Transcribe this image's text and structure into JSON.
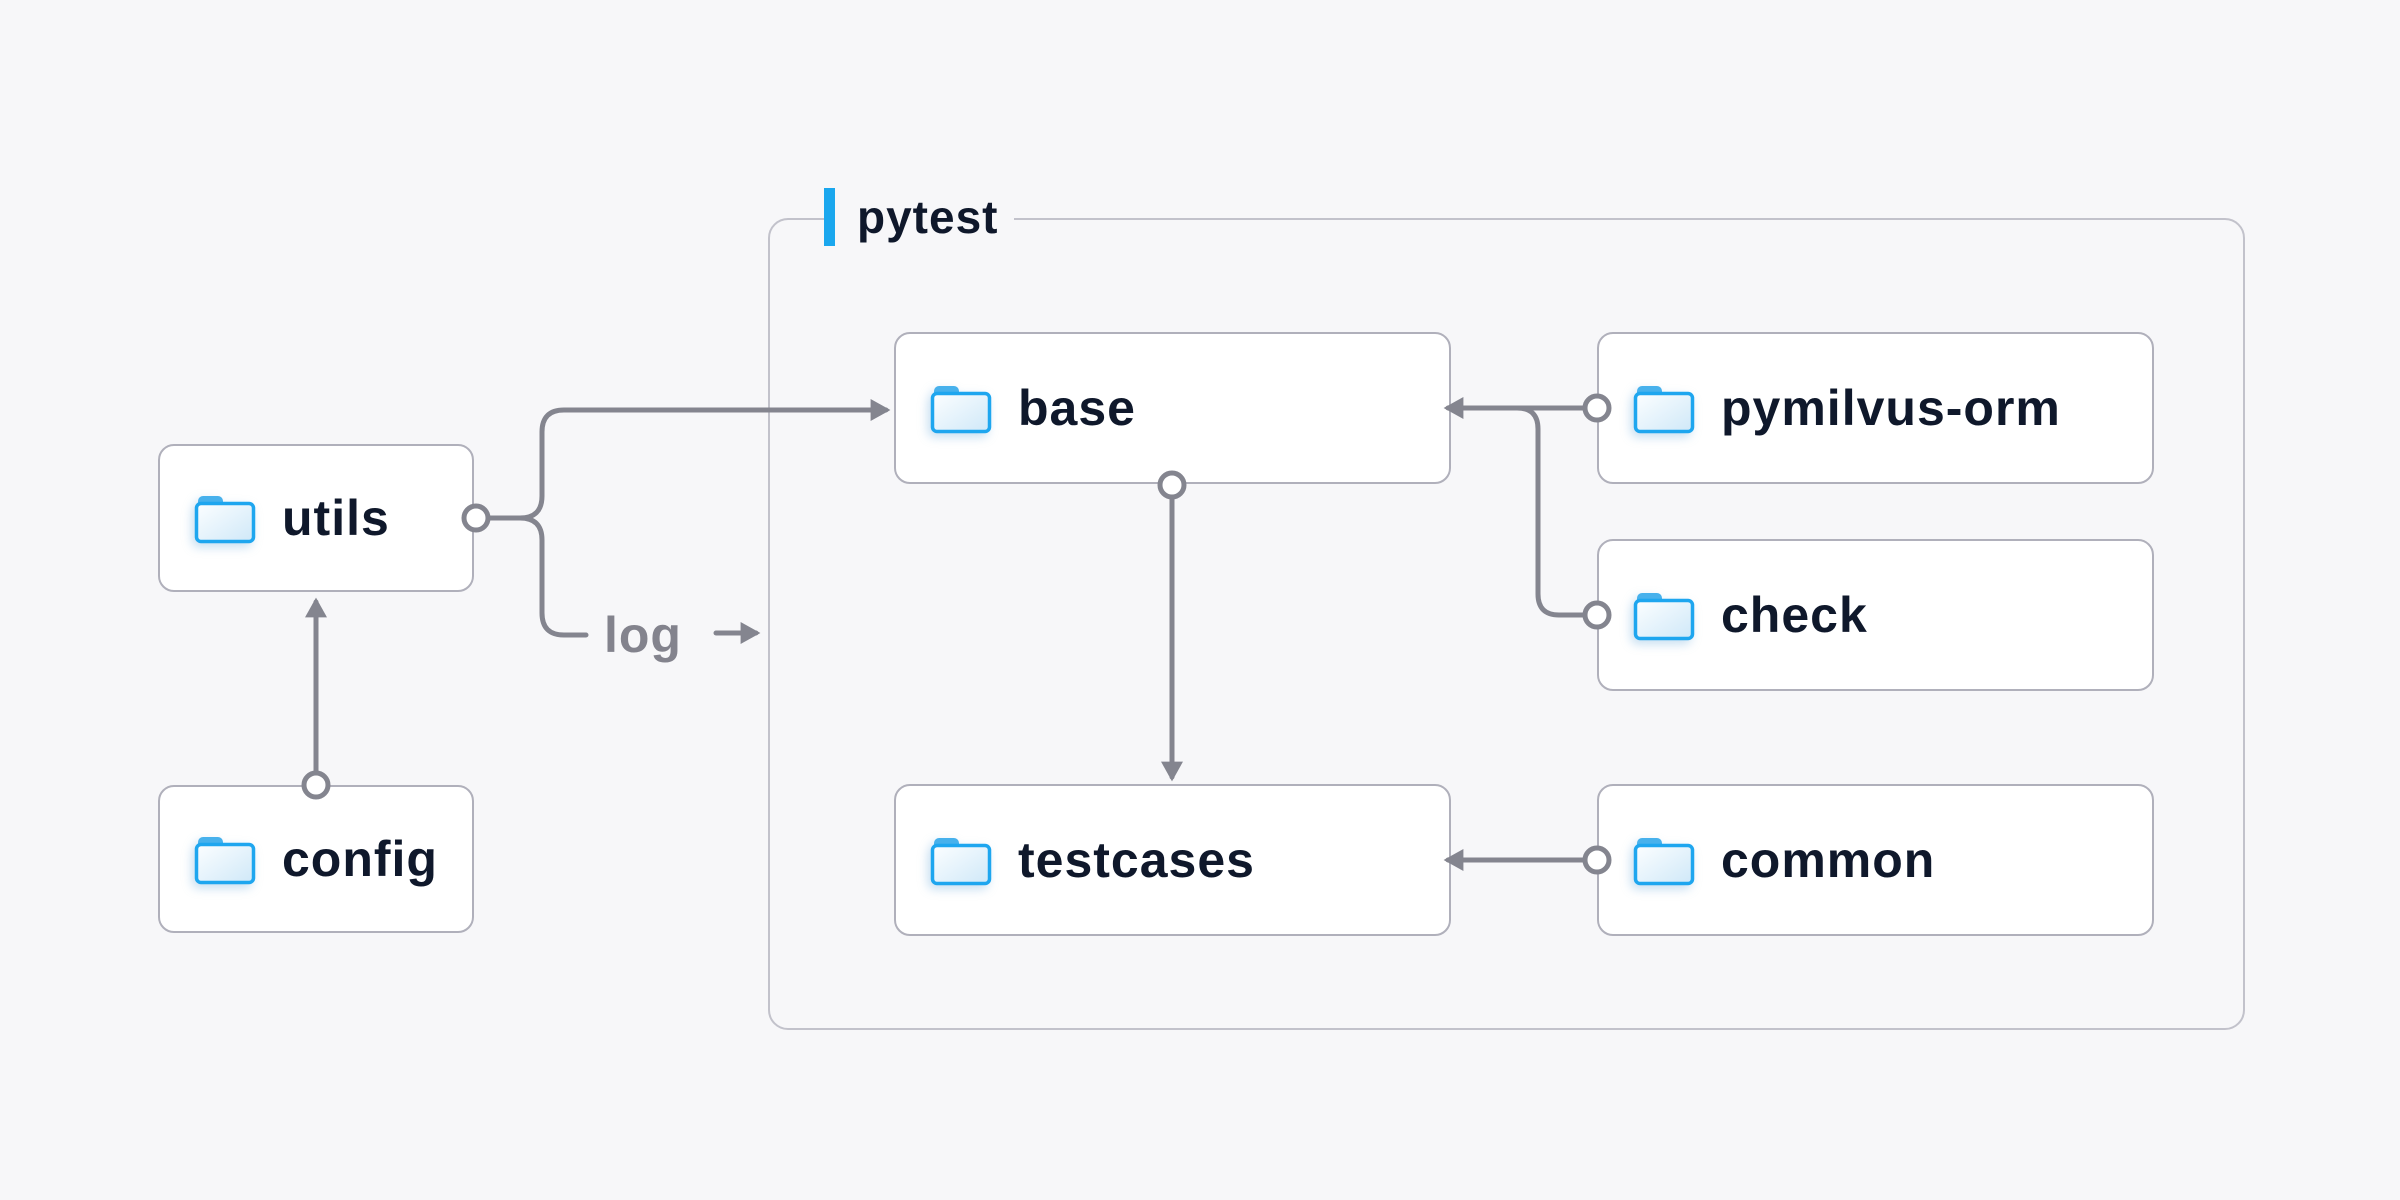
{
  "page": {
    "background": "#f7f7f9"
  },
  "diagram": {
    "container": {
      "label": "pytest"
    },
    "nodes": {
      "utils": {
        "label": "utils",
        "icon": "folder-icon"
      },
      "config": {
        "label": "config",
        "icon": "folder-icon"
      },
      "base": {
        "label": "base",
        "icon": "folder-icon"
      },
      "pymilvus_orm": {
        "label": "pymilvus-orm",
        "icon": "folder-icon"
      },
      "check": {
        "label": "check",
        "icon": "folder-icon"
      },
      "testcases": {
        "label": "testcases",
        "icon": "folder-icon"
      },
      "common": {
        "label": "common",
        "icon": "folder-icon"
      }
    },
    "edge_labels": {
      "log": "log"
    },
    "edges": [
      {
        "from": "config",
        "to": "utils",
        "style": "arrow"
      },
      {
        "from": "utils",
        "to": "base",
        "style": "arrow"
      },
      {
        "from": "utils",
        "to": "log",
        "style": "arrow",
        "label": "log"
      },
      {
        "from": "pymilvus_orm",
        "to": "base",
        "style": "arrow"
      },
      {
        "from": "check",
        "to": "base",
        "style": "arrow"
      },
      {
        "from": "base",
        "to": "testcases",
        "style": "arrow"
      },
      {
        "from": "common",
        "to": "testcases",
        "style": "arrow"
      }
    ],
    "colors": {
      "bg": "#f7f7f9",
      "box-bg": "#ffffff",
      "box-border": "#b0b0bb",
      "container-border": "#c2c2cb",
      "line": "#84858f",
      "text": "#0f182b",
      "muted-text": "#83838d",
      "accent": "#1aa7ee",
      "folder-blue": "#1ea6ef"
    }
  }
}
